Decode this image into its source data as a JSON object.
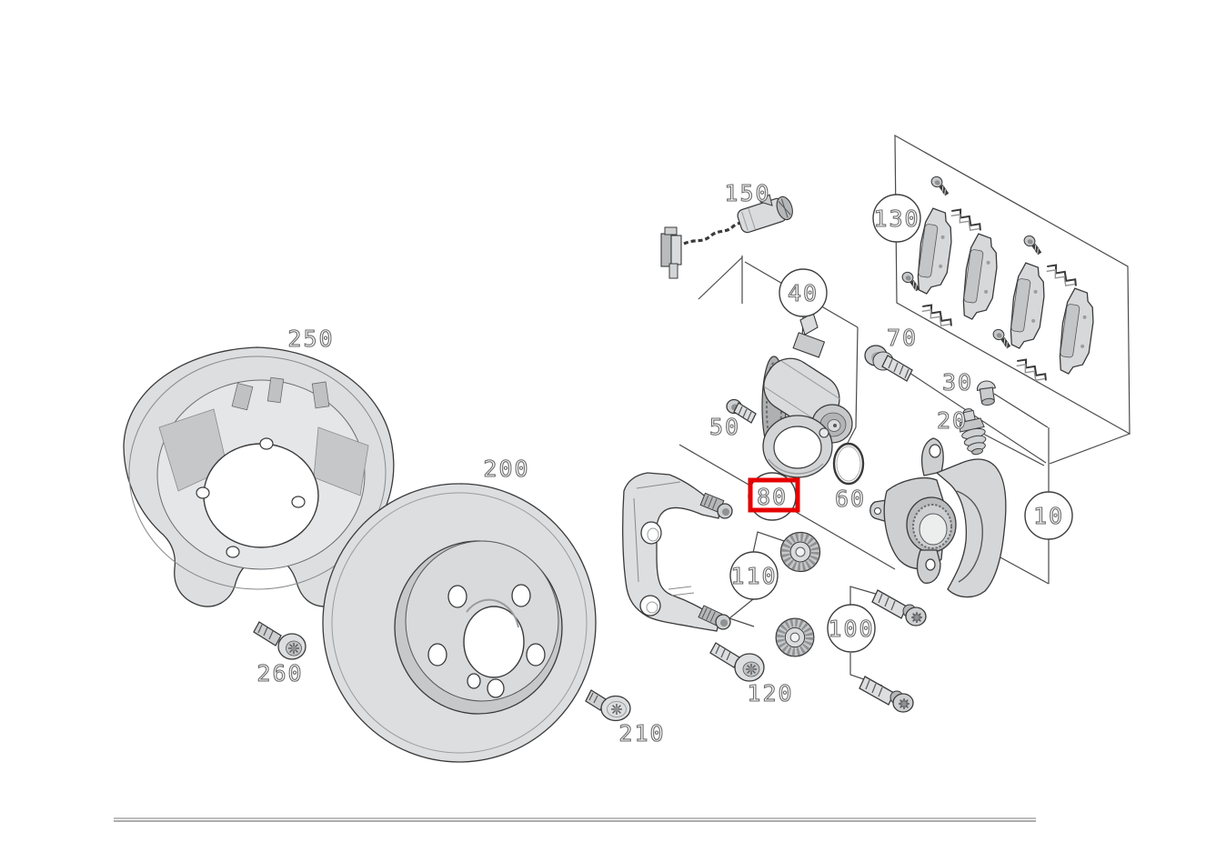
{
  "app": {
    "type": "exploded-parts-diagram",
    "background_color": "#ffffff",
    "line_color": "#4a4a4a",
    "part_fill_color": "#dcdee0"
  },
  "diagram": {
    "highlight_color": "#e60000",
    "selected_callout": "80",
    "callouts": {
      "c10": {
        "label": "10",
        "circled": true,
        "highlighted": false
      },
      "c20": {
        "label": "20",
        "circled": false,
        "highlighted": false
      },
      "c30": {
        "label": "30",
        "circled": false,
        "highlighted": false
      },
      "c40": {
        "label": "40",
        "circled": true,
        "highlighted": false
      },
      "c50": {
        "label": "50",
        "circled": false,
        "highlighted": false
      },
      "c60": {
        "label": "60",
        "circled": false,
        "highlighted": false
      },
      "c70": {
        "label": "70",
        "circled": false,
        "highlighted": false
      },
      "c80": {
        "label": "80",
        "circled": true,
        "highlighted": true
      },
      "c100": {
        "label": "100",
        "circled": true,
        "highlighted": false
      },
      "c110": {
        "label": "110",
        "circled": true,
        "highlighted": false
      },
      "c120": {
        "label": "120",
        "circled": false,
        "highlighted": false
      },
      "c130": {
        "label": "130",
        "circled": true,
        "highlighted": false
      },
      "c150": {
        "label": "150",
        "circled": false,
        "highlighted": false
      },
      "c200": {
        "label": "200",
        "circled": false,
        "highlighted": false
      },
      "c210": {
        "label": "210",
        "circled": false,
        "highlighted": false
      },
      "c250": {
        "label": "250",
        "circled": false,
        "highlighted": false
      },
      "c260": {
        "label": "260",
        "circled": false,
        "highlighted": false
      }
    }
  }
}
